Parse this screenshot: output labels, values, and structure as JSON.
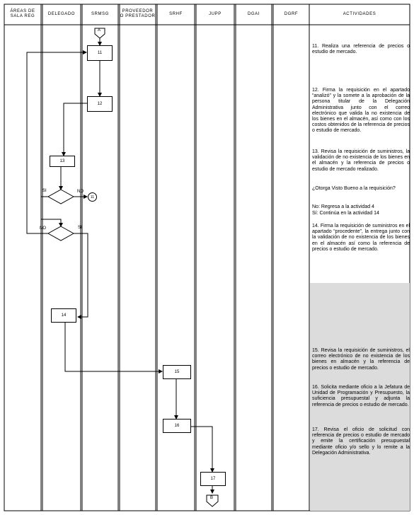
{
  "columns": [
    "ÁREAS DE SALA REG",
    "DELEGADO",
    "SRMSG",
    "PROVEEDOR O PRESTADOR",
    "SRHF",
    "JUPP",
    "DGAI",
    "DGRF",
    "ACTIVIDADES"
  ],
  "steps": {
    "s11": "11",
    "s12": "12",
    "s13": "13",
    "s14": "14",
    "s15": "15",
    "s16": "16",
    "s17": "17"
  },
  "connectors": {
    "a": "A",
    "b": "B",
    "c11": "11"
  },
  "labels": {
    "si": "SI",
    "no": "NO",
    "si2": "SI",
    "no2": "NO"
  },
  "activities": {
    "a11": "11. Realiza una referencia de precios o estudio de mercado.",
    "a12": "12. Firma la requisición en el apartado “analizó” y la somete a la aprobación de la persona titular de la Delegación Administrativa junto con el correo electrónico que valida la no existencia de los bienes en el almacén, así como con los costos obtenidos de la referencia de precios o estudio de mercado.",
    "a13": "13. Revisa la requisición de suministros, la validación de no existencia de los bienes en el almacén y la referencia de precios o estudio de mercado realizado.",
    "a13q": "¿Otorga Visto Bueno a la requisición?",
    "a13no": "No: Regresa a la actividad 4",
    "a13si": "Sí: Continúa en la actividad 14",
    "a14": "14. Firma la requisición de suministros en el apartado “procedente”, la entrega junto con la validación de no existencia de los bienes en el almacén así como la referencia de precios o estudio de mercado.",
    "a15": "15. Revisa la requisición de suministros, el correo electrónico de no existencia de los bienes en almacén y la referencia de precios o estudio de mercado.",
    "a16": "16. Solicita mediante oficio a la Jefatura de Unidad de Programación y Presupuesto, la suficiencia presupuestal y adjunta la referencia de precios o estudio de mercado.",
    "a17": "17. Revisa el oficio de solicitud con referencia de precios o estudio de mercado y emite la certificación presupuestal mediante oficio y/o sello y lo remite a la Delegación Administrativa."
  }
}
